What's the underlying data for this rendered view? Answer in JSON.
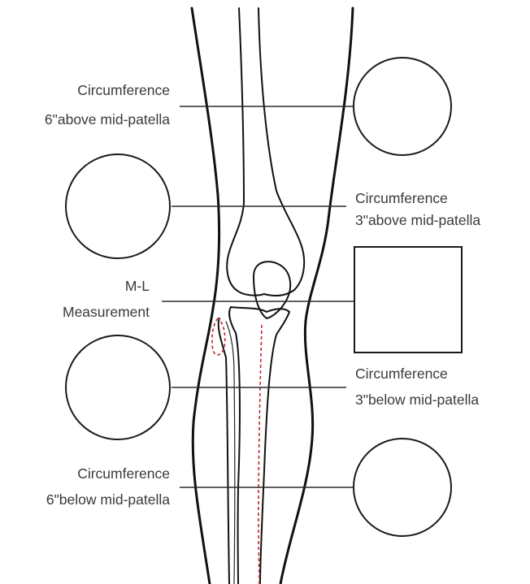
{
  "labels": {
    "above6": {
      "line1": "Circumference",
      "line2": "6\"above mid-patella"
    },
    "above3": {
      "line1": "Circumference",
      "line2": "3\"above mid-patella"
    },
    "ml": {
      "line1": "M-L",
      "line2": "Measurement"
    },
    "below3": {
      "line1": "Circumference",
      "line2": "3\"below mid-patella"
    },
    "below6": {
      "line1": "Circumference",
      "line2": "6\"below mid-patella"
    }
  },
  "colors": {
    "outline": "#111111",
    "text": "#3a3a3a",
    "nerve_dashed": "#c0272d"
  }
}
